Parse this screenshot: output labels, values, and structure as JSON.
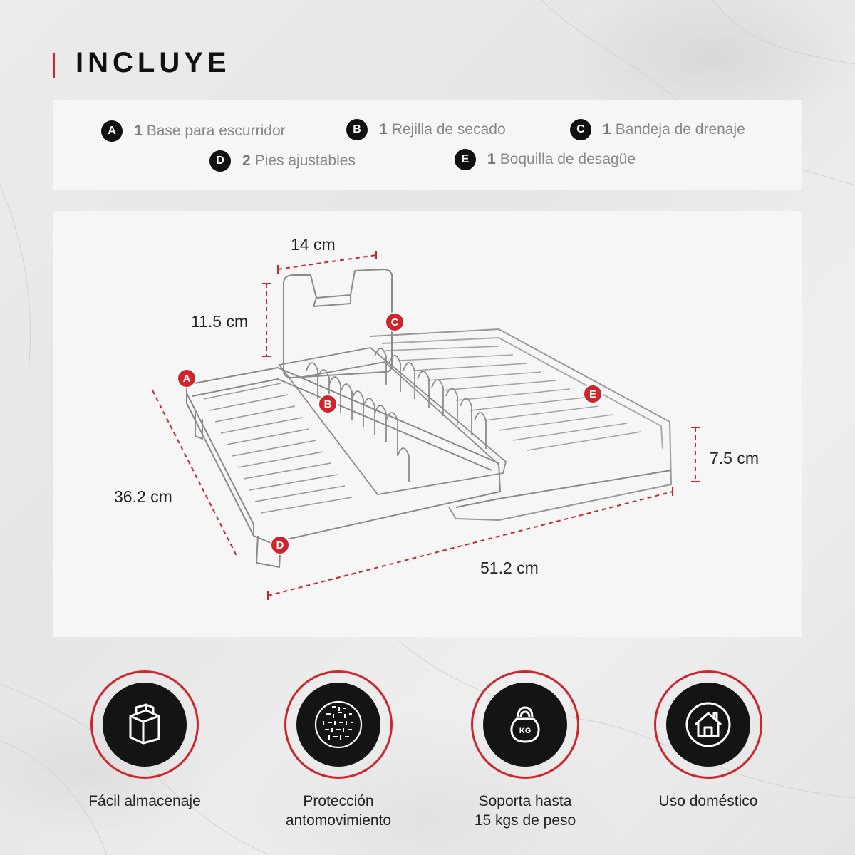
{
  "header": {
    "title": "INCLUYE"
  },
  "parts": [
    {
      "letter": "A",
      "qty": "1",
      "name": "Base para escurridor"
    },
    {
      "letter": "B",
      "qty": "1",
      "name": "Rejilla de secado"
    },
    {
      "letter": "C",
      "qty": "1",
      "name": "Bandeja de drenaje"
    },
    {
      "letter": "D",
      "qty": "2",
      "name": "Pies ajustables"
    },
    {
      "letter": "E",
      "qty": "1",
      "name": "Boquilla de desagüe"
    }
  ],
  "diagram": {
    "dimensions": {
      "holder_width": "14 cm",
      "holder_height": "11.5 cm",
      "depth": "36.2 cm",
      "length": "51.2 cm",
      "height": "7.5 cm"
    },
    "markers": [
      "A",
      "B",
      "C",
      "D",
      "E"
    ]
  },
  "features": [
    {
      "icon": "box-icon",
      "line1": "Fácil almacenaje",
      "line2": ""
    },
    {
      "icon": "anti-slip-pattern-icon",
      "line1": "Protección",
      "line2": "antomovimiento"
    },
    {
      "icon": "kettlebell-kg-icon",
      "line1": "Soporta hasta",
      "line2": "15 kgs de peso"
    },
    {
      "icon": "house-icon",
      "line1": "Uso doméstico",
      "line2": ""
    }
  ],
  "colors": {
    "accent": "#d2232a",
    "badge": "#111111",
    "icon_disc": "#141414"
  }
}
